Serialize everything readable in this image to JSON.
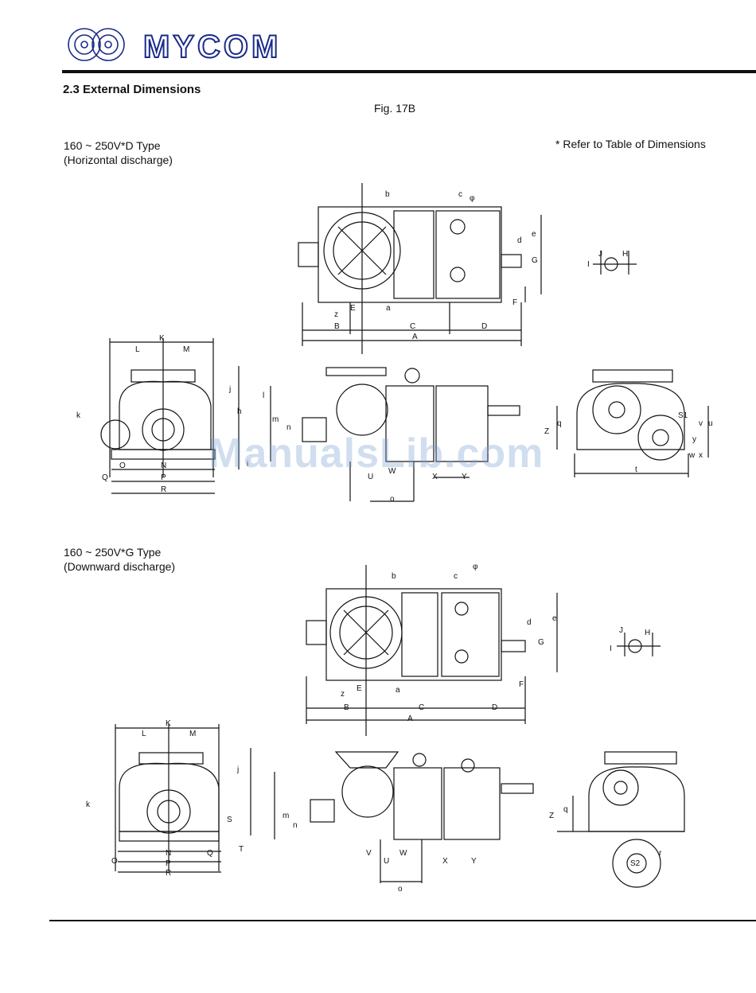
{
  "header": {
    "brand": "MYCOM"
  },
  "section_title": "2.3 External Dimensions",
  "figure_caption": "Fig. 17B",
  "note": "* Refer to Table of Dimensions",
  "watermark": "ManualsLib.com",
  "types": [
    {
      "title": "160 ~ 250V*D Type",
      "subtitle": "(Horizontal discharge)"
    },
    {
      "title": "160 ~ 250V*G Type",
      "subtitle": "(Downward discharge)"
    }
  ],
  "dim_labels": {
    "top_view": [
      "b",
      "c",
      "φ",
      "d",
      "e",
      "G",
      "F",
      "E",
      "a",
      "z",
      "B",
      "C",
      "D",
      "A"
    ],
    "detail": [
      "J",
      "H",
      "I"
    ],
    "front_view": [
      "K",
      "L",
      "M",
      "k",
      "j",
      "h",
      "i",
      "N",
      "O",
      "Q",
      "P",
      "R",
      "S",
      "T"
    ],
    "side_view": [
      "n",
      "m",
      "l",
      "V",
      "U",
      "W",
      "o",
      "X",
      "Y"
    ],
    "end_view": [
      "Z",
      "q",
      "v",
      "u",
      "y",
      "x",
      "w",
      "t",
      "S1",
      "S2",
      "r"
    ]
  }
}
